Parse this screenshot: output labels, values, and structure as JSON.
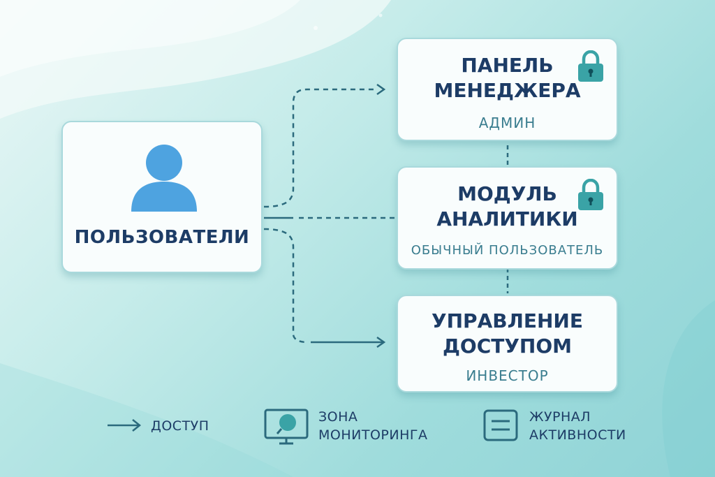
{
  "users": {
    "label": "ПОЛЬЗОВАТЕЛИ",
    "icon": "user-icon"
  },
  "resources": [
    {
      "title_line1": "ПАНЕЛЬ",
      "title_line2": "МЕНЕДЖЕРА",
      "role": "АДМИН",
      "locked": true,
      "icon": "lock-icon"
    },
    {
      "title_line1": "МОДУЛЬ",
      "title_line2": "АНАЛИТИКИ",
      "role": "ОБЫЧНЫЙ ПОЛЬЗОВАТЕЛЬ",
      "locked": true,
      "icon": "lock-icon"
    },
    {
      "title_line1": "УПРАВЛЕНИЕ",
      "title_line2": "ДОСТУПОМ",
      "role": "ИНВЕСТОР",
      "locked": false
    }
  ],
  "legend": {
    "access": {
      "label": "ДОСТУП",
      "icon": "arrow-right-icon"
    },
    "monitoring": {
      "line1": "ЗОНА",
      "line2": "МОНИТОРИНГА",
      "icon": "monitor-icon"
    },
    "activity_log": {
      "line1": "ЖУРНАЛ",
      "line2": "АКТИВНОСТИ",
      "icon": "document-icon"
    }
  },
  "colors": {
    "title": "#1d3c66",
    "role": "#3a7d8f",
    "avatar": "#4ea3e0",
    "lock": "#3aa3a6",
    "connector": "#2b6a7d"
  }
}
